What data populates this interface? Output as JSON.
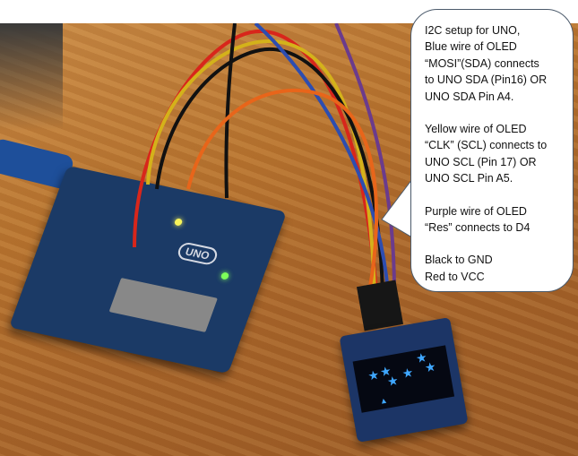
{
  "scene": {
    "description": "Arduino UNO board on a wooden table wired with jumper cables to a small 0.96-inch blue OLED display showing star graphics, with an explanatory speech-bubble callout",
    "colors": {
      "table_wood": "#b8742f",
      "board_blue": "#1b3a66",
      "oled_pixels": "#3fa7ff",
      "callout_bg": "#ffffff",
      "callout_border": "#4b5a6b"
    },
    "board_label": "UNO"
  },
  "callout": {
    "paragraphs": [
      "I2C setup for UNO,\nBlue wire of OLED\n“MOSI”(SDA) connects\nto UNO SDA (Pin16) OR\nUNO SDA Pin A4.",
      "Yellow wire of OLED\n“CLK” (SCL) connects to\nUNO SCL (Pin 17) OR\nUNO SCL Pin A5.",
      "Purple wire of OLED\n“Res” connects to D4",
      "Black to GND\nRed to VCC"
    ]
  }
}
